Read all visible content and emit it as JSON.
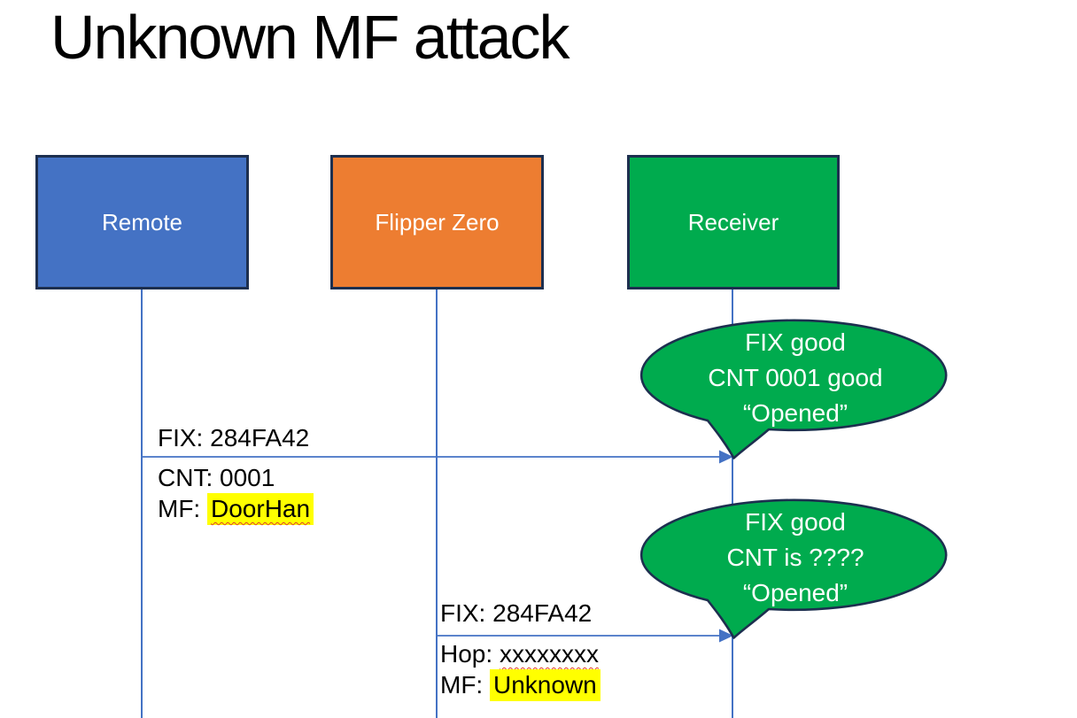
{
  "slide": {
    "title": "Unknown MF attack"
  },
  "actors": {
    "remote": "Remote",
    "flipper": "Flipper Zero",
    "receiver": "Receiver"
  },
  "messages": {
    "m1": {
      "above": "FIX: 284FA42",
      "line2": "CNT: 0001",
      "line3_prefix": "MF: ",
      "line3_value": "DoorHan"
    },
    "m2": {
      "above": "FIX: 284FA42",
      "line2_prefix": "Hop: ",
      "line2_value": "xxxxxxxx",
      "line3_prefix": "MF: ",
      "line3_value": "Unknown"
    }
  },
  "bubbles": {
    "b1": {
      "line1": "FIX good",
      "line2": "CNT 0001 good",
      "line3": "“Opened”"
    },
    "b2": {
      "line1": "FIX good",
      "line2": "CNT is ????",
      "line3": "“Opened”"
    }
  },
  "colors": {
    "remote_fill": "#4472C4",
    "flipper_fill": "#ED7D31",
    "receiver_fill": "#00AB4E",
    "bubble_fill": "#00AB4E",
    "shape_outline": "#1D2F4F",
    "line_and_arrow": "#4472C4",
    "highlight": "#FFFF00",
    "spellcheck_squiggle": "#E0402A",
    "title_text": "#000000",
    "box_text": "#FFFFFF"
  }
}
